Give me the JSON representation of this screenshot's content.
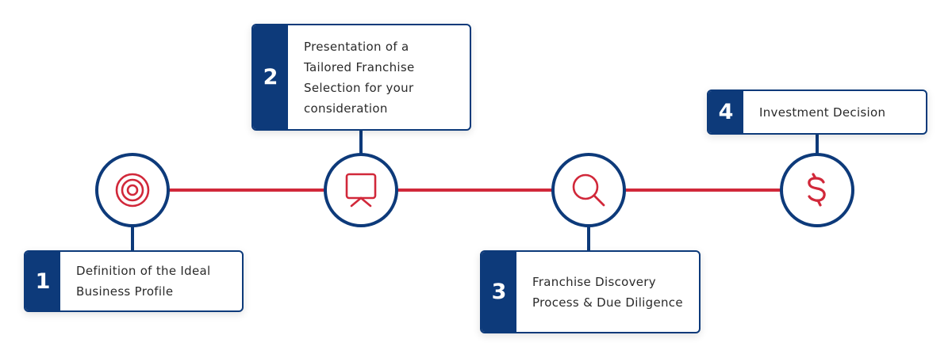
{
  "colors": {
    "navy": "#0d3a7a",
    "red": "#d1283a",
    "text": "#2a2a2a",
    "background": "#ffffff"
  },
  "steps": [
    {
      "number": "1",
      "label": "Definition of the Ideal Business Profile",
      "icon": "target-icon"
    },
    {
      "number": "2",
      "label": "Presentation of a Tailored Franchise Selection for your consideration",
      "icon": "presentation-board-icon"
    },
    {
      "number": "3",
      "label": "Franchise Discovery Process & Due Diligence",
      "icon": "magnifier-icon"
    },
    {
      "number": "4",
      "label": "Investment Decision",
      "icon": "dollar-sign-icon"
    }
  ]
}
